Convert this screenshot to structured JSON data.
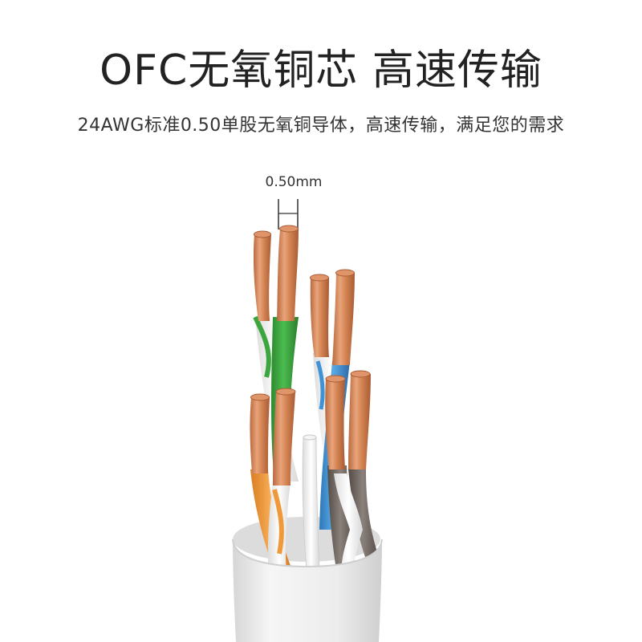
{
  "header": {
    "title": "OFC无氧铜芯 高速传输",
    "subtitle": "24AWG标准0.50单股无氧铜导体，高速传输，满足您的需求"
  },
  "annotation": {
    "diameter": "0.50mm"
  },
  "colors": {
    "copper": "#d98a5e",
    "copper_dark": "#b56a40",
    "green": "#3aa63d",
    "blue": "#3e92d6",
    "orange": "#f0993a",
    "brown": "#6e6660",
    "jacket": "#e9e9e9"
  }
}
